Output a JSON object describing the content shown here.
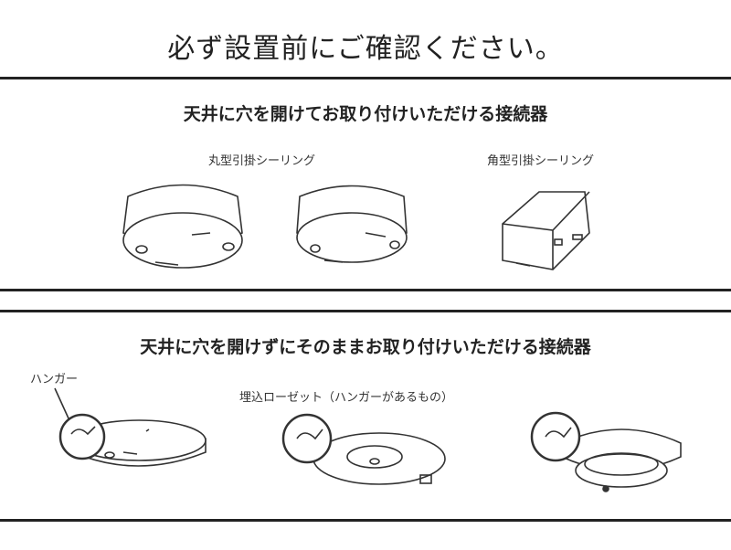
{
  "title": "必ず設置前にご確認ください。",
  "section1": {
    "heading": "天井に穴を開けてお取り付けいただける接続器",
    "labels": {
      "round": "丸型引掛シーリング",
      "square": "角型引掛シーリング"
    }
  },
  "section2": {
    "heading": "天井に穴を開けずにそのままお取り付けいただける接続器",
    "labels": {
      "hanger": "ハンガー",
      "rosette": "埋込ローゼット（ハンガーがあるもの）"
    }
  }
}
